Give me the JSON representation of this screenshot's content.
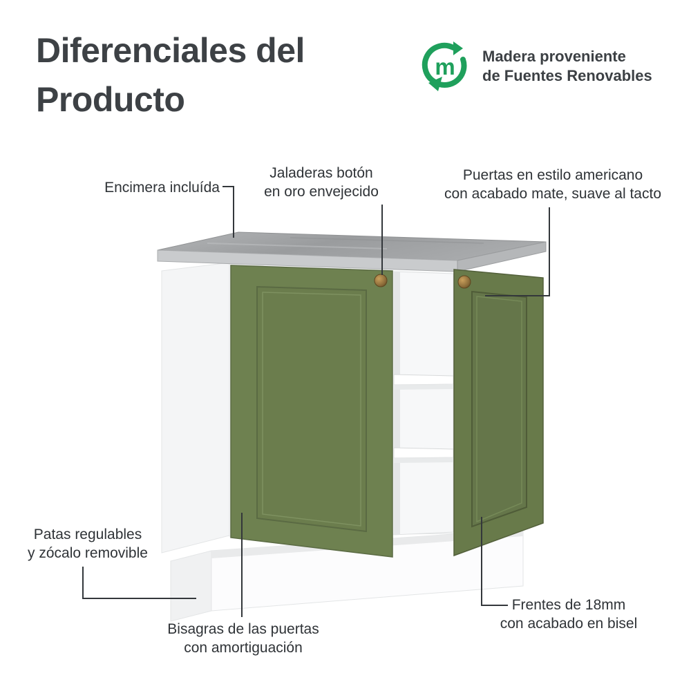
{
  "header": {
    "title_line1": "Diferenciales del",
    "title_line2": "Producto"
  },
  "badge": {
    "icon": "recycle-m-logo",
    "line1": "Madera proveniente",
    "line2": "de Fuentes Renovables"
  },
  "callouts": {
    "encimera": {
      "text": "Encimera incluída"
    },
    "jaladeras": {
      "line1": "Jaladeras botón",
      "line2": "en oro envejecido"
    },
    "puertas": {
      "line1": "Puertas en estilo americano",
      "line2": "con acabado mate, suave al tacto"
    },
    "patas": {
      "line1": "Patas regulables",
      "line2": "y zócalo removible"
    },
    "bisagras": {
      "line1": "Bisagras de las puertas",
      "line2": "con amortiguación"
    },
    "frentes": {
      "line1": "Frentes de 18mm",
      "line2": "con acabado en bisel"
    }
  },
  "colors": {
    "door_green": "#6e8150",
    "door_green_dark": "#5a6a43",
    "countertop_gray": "#9fa1a3",
    "countertop_edge": "#c9cbcd",
    "logo_green": "#1fa05c",
    "text_dark": "#35393d",
    "knob_gold": "#8a6a38"
  }
}
